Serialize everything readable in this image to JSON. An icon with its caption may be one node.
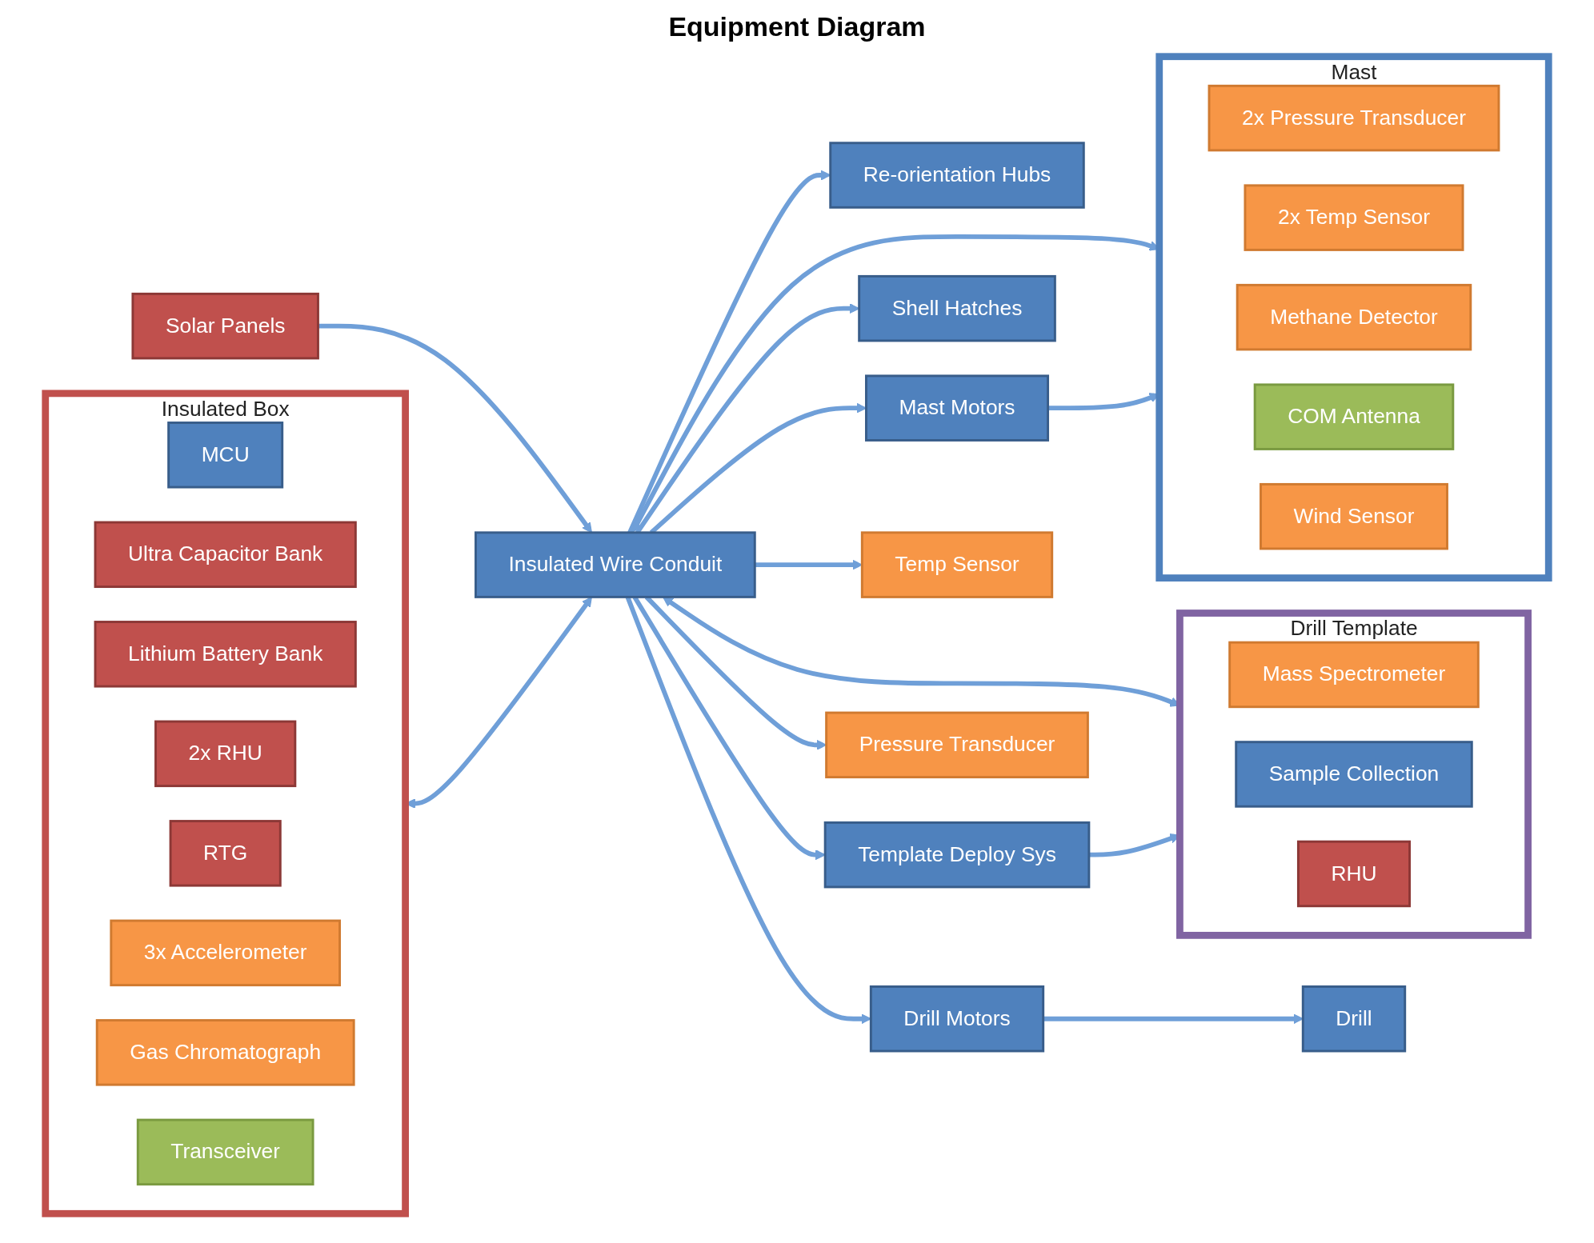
{
  "diagram": {
    "title": "Equipment Diagram",
    "nodes": [
      {
        "text": [
          "Mast"
        ]
      },
      {
        "text": [
          "2x Pressure Transducer"
        ],
        "in": 0
      },
      {
        "text": [
          "2x Temp Sensor"
        ],
        "in": 0
      },
      {
        "text": [
          "Methane Detector"
        ],
        "in": 0
      },
      {
        "text": [
          "COM Antenna"
        ],
        "in": 0
      },
      {
        "text": [
          "Wind Sensor"
        ],
        "in": 0
      },
      {
        "text": [
          "Re-orientation Hubs"
        ]
      },
      {
        "text": [
          "Mast Motors"
        ]
      },
      {
        "text": [
          "Insulated Box"
        ]
      },
      {
        "text": [
          "MCU"
        ],
        "in": 8
      },
      {
        "text": [
          "Ultra Capacitor Bank"
        ],
        "in": 8
      },
      {
        "text": [
          "Lithium Battery Bank"
        ],
        "in": 8
      },
      {
        "text": [
          "2x RHU"
        ],
        "in": 8
      },
      {
        "text": [
          "RTG"
        ],
        "in": 8
      },
      {
        "text": [
          "3x Accelerometer"
        ],
        "in": 8
      },
      {
        "text": [
          "Gas Chromatograph"
        ],
        "in": 8
      },
      {
        "text": [
          "Transceiver"
        ],
        "in": 8
      },
      {
        "text": [
          "Shell Hatches"
        ]
      },
      {
        "text": [
          "Insulated Wire Conduit"
        ]
      },
      {
        "text": [
          "Solar Panels"
        ]
      },
      {
        "text": [
          "Drill Template"
        ]
      },
      {
        "text": [
          "Mass Spectrometer"
        ],
        "in": 20
      },
      {
        "text": [
          "Sample Collection"
        ],
        "in": 20
      },
      {
        "text": [
          "RHU"
        ],
        "in": 20
      },
      {
        "text": [
          "Template Deploy Sys"
        ]
      },
      {
        "text": [
          "Temp Sensor"
        ]
      },
      {
        "text": [
          "Drill"
        ]
      },
      {
        "text": [
          "Drill Motors"
        ]
      },
      {
        "text": [
          "Pressure Transducer"
        ]
      }
    ],
    "edges": [
      {
        "from": 18,
        "to": 0,
        "arrow": "both"
      },
      {
        "from": 18,
        "to": 7,
        "arrow": "to"
      },
      {
        "from": 7,
        "to": 0,
        "arrow": "to"
      },
      {
        "from": 8,
        "to": 18,
        "arrow": "both"
      },
      {
        "from": 18,
        "to": 17,
        "arrow": "to"
      },
      {
        "from": 18,
        "to": 6,
        "arrow": "to"
      },
      {
        "from": 19,
        "to": 18,
        "arrow": "to"
      },
      {
        "from": 18,
        "to": 20,
        "arrow": "both"
      },
      {
        "from": 18,
        "to": 24,
        "arrow": "to"
      },
      {
        "from": 24,
        "to": 20,
        "arrow": "to"
      },
      {
        "from": 18,
        "to": 25,
        "arrow": "to"
      },
      {
        "from": 18,
        "to": 27,
        "arrow": "to"
      },
      {
        "from": 27,
        "to": 26,
        "arrow": "to"
      },
      {
        "from": 18,
        "to": 28,
        "arrow": "to"
      }
    ]
  }
}
